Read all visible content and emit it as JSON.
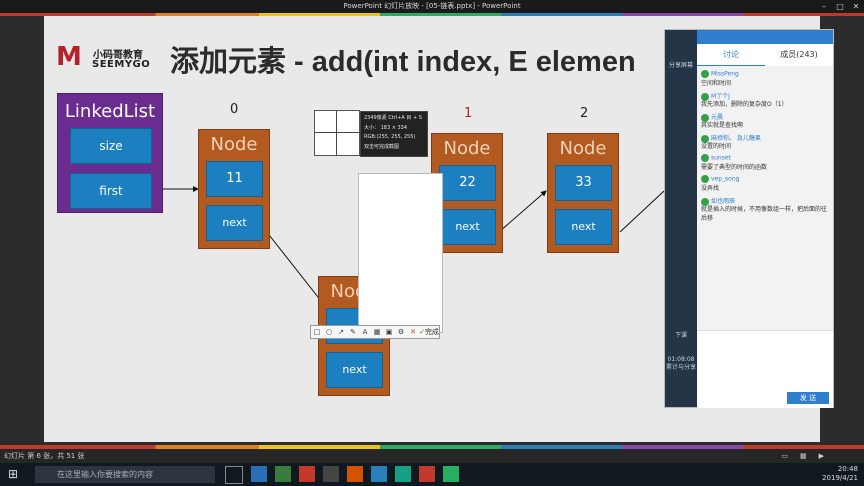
{
  "window": {
    "title": "PowerPoint 幻灯片放映 - [05-链表.pptx] - PowerPoint",
    "minimize": "–",
    "maximize": "□",
    "close": "✕"
  },
  "slide": {
    "logo_mark": "M",
    "logo_cn": "小码哥教育",
    "logo_en": "SEEMYGO",
    "title": "添加元素 - add(int index, E elemen",
    "linkedlist": {
      "title": "LinkedList",
      "size_label": "size",
      "first_label": "first"
    },
    "indices": [
      "0",
      "1",
      "2"
    ],
    "nodes": [
      {
        "title": "Node",
        "value": "11",
        "next": "next"
      },
      {
        "title": "Node",
        "value": "22",
        "next": "next"
      },
      {
        "title": "Node",
        "value": "33",
        "next": "next"
      },
      {
        "title": "Node",
        "value": "",
        "next": "next"
      }
    ]
  },
  "capture": {
    "tooltip_line1": "2349像素 Ctrl+A 目 + S",
    "tooltip_line2": "大小： 183 × 334",
    "tooltip_line3": "RGB:(255, 255, 255)",
    "tooltip_line4": "双击可完成截图",
    "toolbar_done": "完成"
  },
  "statusbar": {
    "left": "幻灯片 第 6 张，共 51 张"
  },
  "taskbar": {
    "search_placeholder": "在这里输入你要搜索的内容",
    "time": "20:48",
    "date": "2019/4/21"
  },
  "chat": {
    "tabs": [
      "讨论",
      "成员(243)"
    ],
    "messages": [
      {
        "name": "MissPeng",
        "text": "空间和时间"
      },
      {
        "name": "M了个J",
        "text": "我先添加，删除的复杂度O（1）"
      },
      {
        "name": "元晨",
        "text": "其实就是查找啊"
      },
      {
        "name": "麻烦你。 急儿糖果",
        "text": "设置的时间"
      },
      {
        "name": "sunset",
        "text": "需要了典型的时间的函数"
      },
      {
        "name": "vep_song",
        "text": "没弄找"
      },
      {
        "name": "如也雨辰",
        "text": "就是插入的时候，不用像数组一样，把后面的往后移"
      }
    ],
    "side_labels": [
      "分享屏幕",
      "下课"
    ],
    "timer": "01:08:08",
    "timer_sub": "累计与分享",
    "send_label": "发 送"
  }
}
